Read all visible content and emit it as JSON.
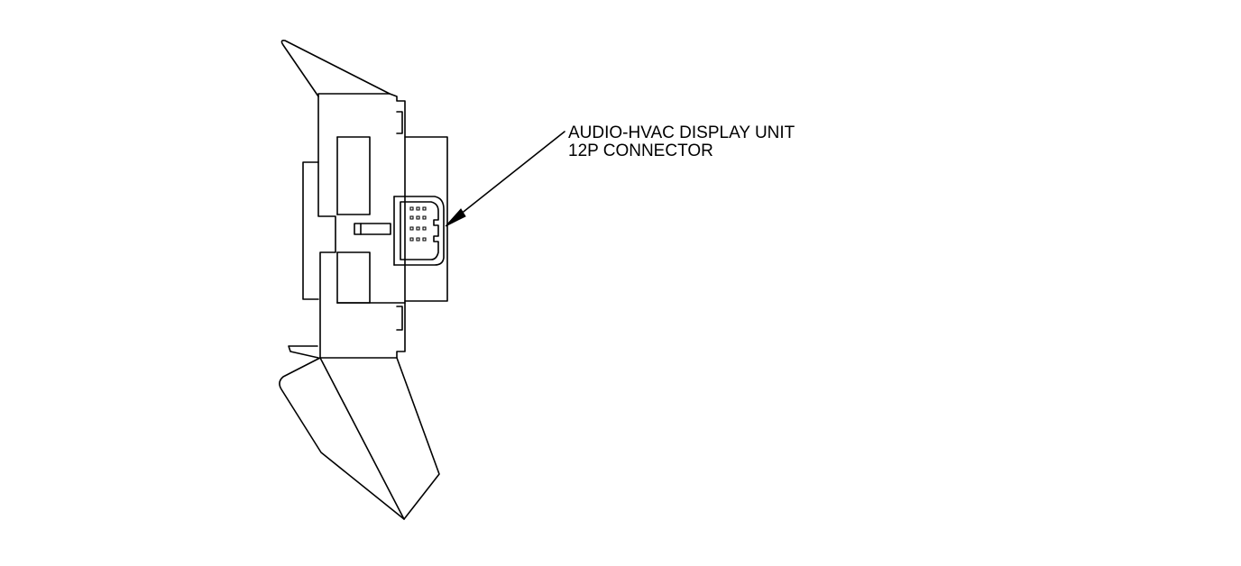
{
  "callout": {
    "line1": "AUDIO-HVAC DISPLAY UNIT",
    "line2": "12P CONNECTOR"
  },
  "colors": {
    "line": "#000000",
    "background": "#ffffff"
  },
  "icons": {
    "unit": "audio-hvac-display-unit-drawing",
    "connector": "12p-connector-drawing",
    "arrow": "leader-arrow"
  }
}
